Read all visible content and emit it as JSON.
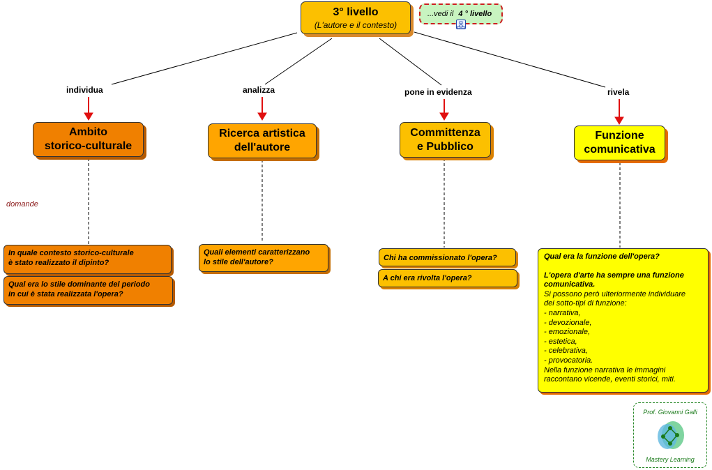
{
  "top": {
    "title": "3° livello",
    "subtitle": "(L'autore e il contesto)"
  },
  "see_next": {
    "prefix": "...vedi il",
    "level": "4 ° livello",
    "icon": "concept-map-icon"
  },
  "links": [
    "individua",
    "analizza",
    "pone in evidenza",
    "rivela"
  ],
  "categories": [
    {
      "line1": "Ambito",
      "line2": "storico-culturale",
      "color": "#f08000"
    },
    {
      "line1": "Ricerca artistica",
      "line2": "dell'autore",
      "color": "#ffa500"
    },
    {
      "line1": "Committenza",
      "line2": "e Pubblico",
      "color": "#fcc000"
    },
    {
      "line1": "Funzione",
      "line2": "comunicativa",
      "color": "#ffff00"
    }
  ],
  "domande_label": "domande",
  "questions": {
    "ambito": [
      "In quale contesto storico-culturale\nè stato realizzato il dipinto?",
      "Qual era lo stile dominante del periodo\nin cui è stata realizzata l'opera?"
    ],
    "ricerca": [
      "Quali elementi caratterizzano\nlo stile dell'autore?"
    ],
    "committenza": [
      "Chi ha commissionato l'opera?",
      "A chi era rivolta l'opera?"
    ],
    "funzione": {
      "q1": "Qual era la funzione dell'opera?",
      "q2": "L'opera d'arte ha sempre una funzione comunicativa.",
      "body": [
        "Si possono però ulteriormente individuare",
        "dei sotto-tipi di funzione:",
        "- narrativa,",
        "- devozionale,",
        "- emozionale,",
        "- estetica,",
        "- celebrativa,",
        "- provocatoria.",
        "Nella funzione narrativa le immagini",
        "raccontano vicende, eventi storici, miti."
      ]
    }
  },
  "credit": {
    "author": "Prof. Giovanni Galli",
    "brand": "Mastery Learning",
    "logo": "mastery-learning-logo-icon"
  },
  "colors": {
    "arrow": "#e01010",
    "accent_border": "#cc2020"
  }
}
